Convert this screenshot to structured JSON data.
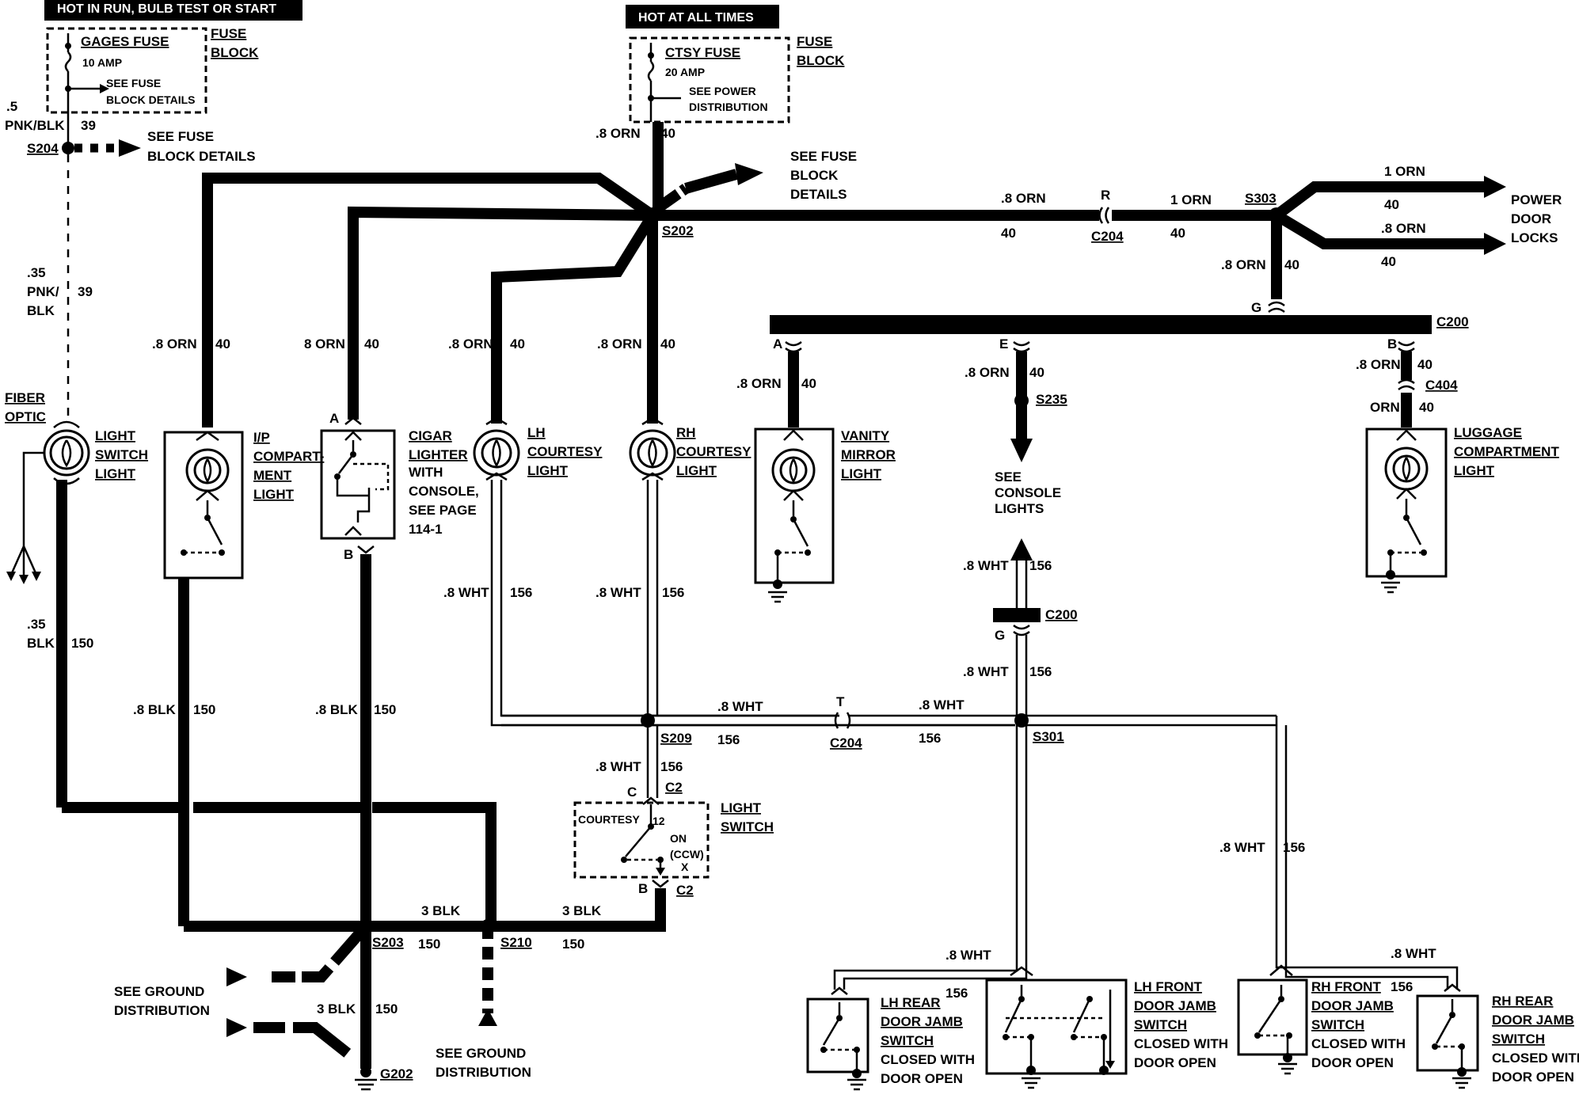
{
  "power": {
    "hot_run_label": "HOT IN RUN, BULB TEST OR START",
    "hot_all_label": "HOT AT ALL TIMES",
    "gages_fuse": {
      "name": "GAGES FUSE",
      "rating": "10 AMP",
      "see1": "SEE FUSE",
      "see2": "BLOCK DETAILS"
    },
    "ctsy_fuse": {
      "name": "CTSY FUSE",
      "rating": "20 AMP",
      "see1": "SEE POWER",
      "see2": "DISTRIBUTION"
    },
    "fuse_block_1": "FUSE",
    "fuse_block_2": "BLOCK"
  },
  "wires": {
    "pnk_blk_5_a": ".5",
    "pnk_blk_5_b": "PNK/BLK",
    "c39": "39",
    "pnk_35_a": ".35",
    "pnk_35_b": "PNK/",
    "pnk_35_c": "BLK",
    "orn8": ".8 ORN",
    "orn8_alt": "8 ORN",
    "orn1": "1 ORN",
    "orn": "ORN",
    "c40": "40",
    "wht8": ".8 WHT",
    "c156": "156",
    "blk35_a": ".35",
    "blk35_b": "BLK",
    "c150": "150",
    "blk8": ".8 BLK",
    "blk3": "3 BLK"
  },
  "splices": {
    "s204": "S204",
    "s202": "S202",
    "s303": "S303",
    "s235": "S235",
    "s209": "S209",
    "s301": "S301",
    "s203": "S203",
    "s210": "S210",
    "g202": "G202"
  },
  "connectors": {
    "c204": "C204",
    "c200": "C200",
    "c404": "C404",
    "c2": "C2",
    "pin_r": "R",
    "pin_g": "G",
    "pin_a": "A",
    "pin_b": "B",
    "pin_e": "E",
    "pin_t": "T",
    "pin_c": "C"
  },
  "refs": {
    "see_fuse_1": "SEE FUSE",
    "see_fuse_2": "BLOCK DETAILS",
    "see_fuse_block": "BLOCK",
    "see_fuse_details": "DETAILS",
    "power_door_1": "POWER",
    "power_door_2": "DOOR",
    "power_door_3": "LOCKS",
    "see_console_1": "SEE",
    "see_console_2": "CONSOLE",
    "see_console_3": "LIGHTS",
    "see_ground_1": "SEE GROUND",
    "see_ground_2": "DISTRIBUTION"
  },
  "components": {
    "fiber_optic": [
      "FIBER",
      "OPTIC"
    ],
    "light_switch_light": [
      "LIGHT",
      "SWITCH",
      "LIGHT"
    ],
    "ip_compartment": [
      "I/P",
      "COMPART-",
      "MENT",
      "LIGHT"
    ],
    "cigar_lighter": [
      "CIGAR",
      "LIGHTER",
      "WITH",
      "CONSOLE,",
      "SEE PAGE",
      "114-1"
    ],
    "lh_courtesy": [
      "LH",
      "COURTESY",
      "LIGHT"
    ],
    "rh_courtesy": [
      "RH",
      "COURTESY",
      "LIGHT"
    ],
    "vanity_mirror": [
      "VANITY",
      "MIRROR",
      "LIGHT"
    ],
    "luggage": [
      "LUGGAGE",
      "COMPARTMENT",
      "LIGHT"
    ],
    "light_switch": [
      "LIGHT",
      "SWITCH"
    ],
    "switch_courtesy": "COURTESY",
    "switch_12": "12",
    "switch_on": "ON",
    "switch_ccw": "(CCW)",
    "switch_x": "X",
    "lh_rear": [
      "LH REAR",
      "DOOR JAMB",
      "SWITCH",
      "CLOSED WITH",
      "DOOR OPEN"
    ],
    "lh_front": [
      "LH FRONT",
      "DOOR JAMB",
      "SWITCH",
      "CLOSED WITH",
      "DOOR OPEN"
    ],
    "rh_front": [
      "RH FRONT",
      "DOOR JAMB",
      "SWITCH",
      "CLOSED WITH",
      "DOOR OPEN"
    ],
    "rh_rear": [
      "RH REAR",
      "DOOR JAMB",
      "SWITCH",
      "CLOSED WITH",
      "DOOR OPEN"
    ]
  }
}
